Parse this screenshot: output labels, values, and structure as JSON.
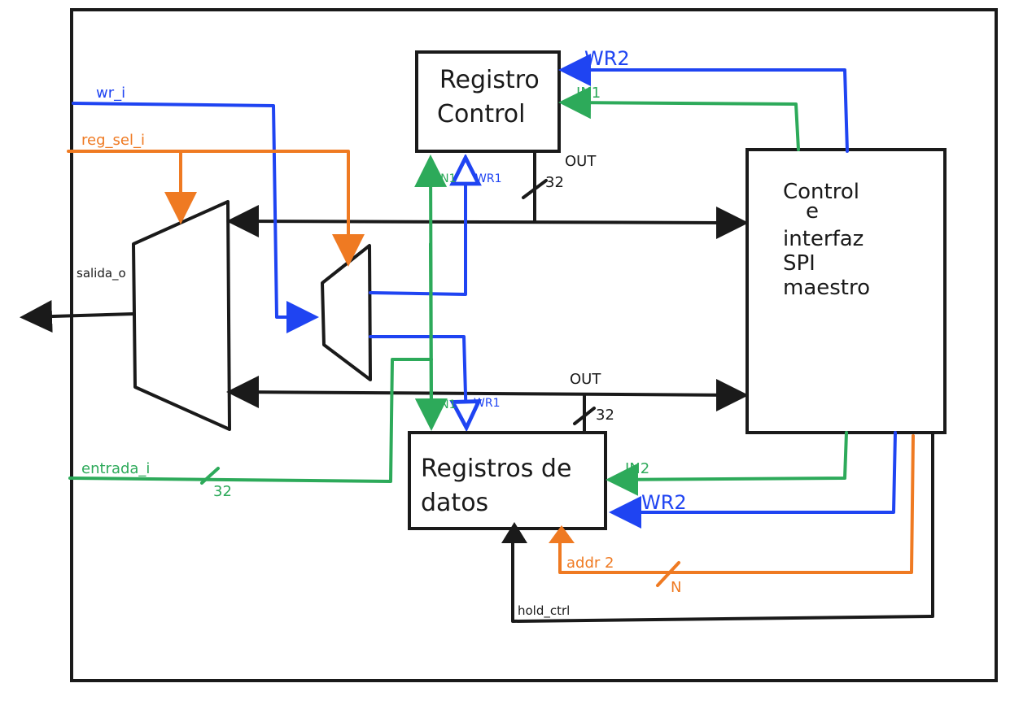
{
  "colors": {
    "black": "#1a1a1a",
    "blue": "#1f44f2",
    "green": "#2daa5a",
    "orange": "#ef7a22"
  },
  "blocks": {
    "control_register": {
      "line1": "Registro",
      "line2": "Control"
    },
    "spi_master": {
      "line1": "Control",
      "line2": "e",
      "line3": "interfaz",
      "line4": "SPI",
      "line5": "maestro"
    },
    "data_registers": {
      "line1": "Registros de",
      "line2": "datos"
    }
  },
  "signals": {
    "wr_i": "wr_i",
    "reg_sel_i": "reg_sel_i",
    "salida_o": "salida_o",
    "entrada_i": "entrada_i",
    "entrada_width": "32",
    "wr2_top": "WR2",
    "in1_top": "IN1",
    "out_top": "OUT",
    "width_top": "32",
    "in1_ctrl": "IN1",
    "wr1_ctrl": "WR1",
    "out_bottom": "OUT",
    "width_bottom": "32",
    "in1_data": "IN1",
    "wr1_data": "WR1",
    "in2": "IN2",
    "wr2_bottom": "WR2",
    "addr2": "addr 2",
    "addr_width": "N",
    "hold_ctrl": "hold_ctrl"
  }
}
